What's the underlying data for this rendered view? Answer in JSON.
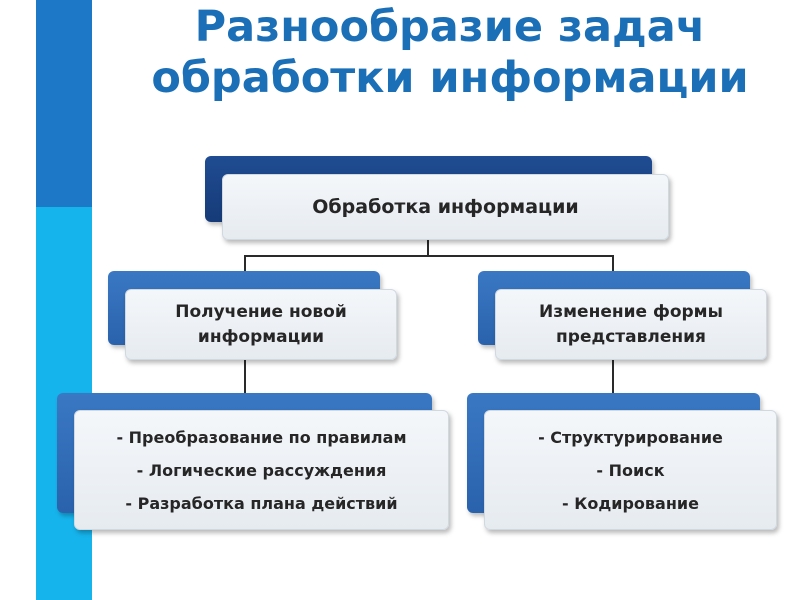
{
  "title": "Разнообразие задач\nобработки информации",
  "root": {
    "label": "Обработка информации"
  },
  "branches": [
    {
      "label": "Получение новой\nинформации",
      "items": [
        "- Преобразование по правилам",
        "- Логические рассуждения",
        "- Разработка плана действий"
      ]
    },
    {
      "label": "Изменение формы\nпредставления",
      "items": [
        "- Структурирование",
        "- Поиск",
        "- Кодирование"
      ]
    }
  ],
  "colors": {
    "title": "#1a6fb6",
    "stripe_top": "#1e78c8",
    "stripe_bottom": "#16b4ec",
    "box_back": "#2a62ac",
    "root_back": "#163b78"
  }
}
